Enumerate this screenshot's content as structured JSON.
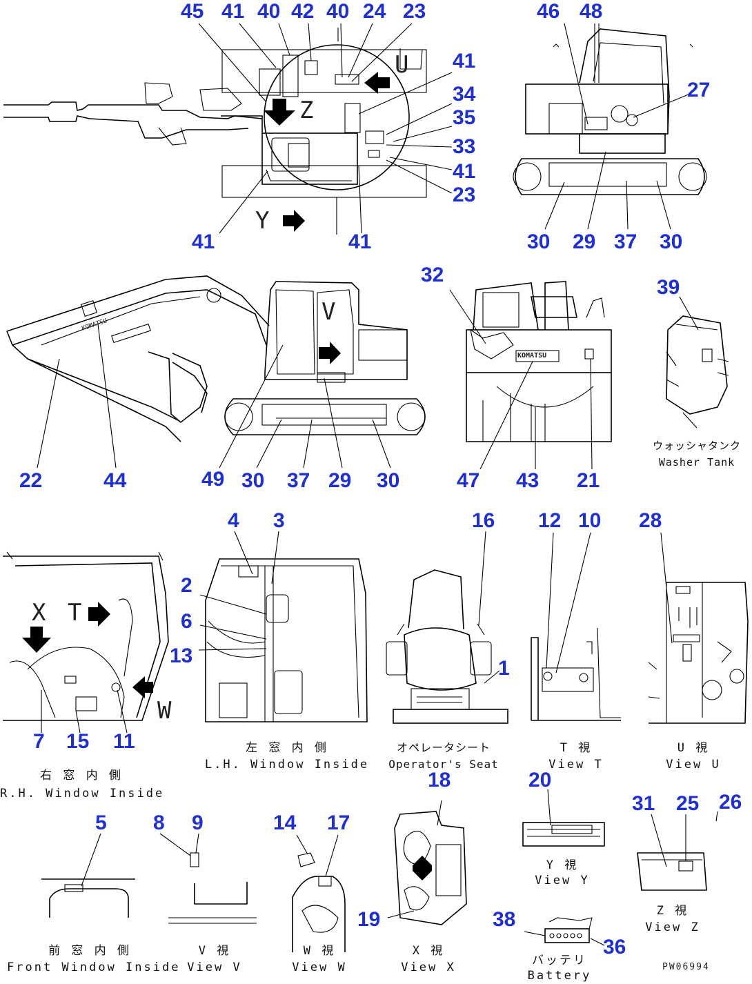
{
  "callouts": {
    "n45": "45",
    "n41a": "41",
    "n40a": "40",
    "n42": "42",
    "n40b": "40",
    "n24": "24",
    "n23a": "23",
    "n41b": "41",
    "n34": "34",
    "n35": "35",
    "n33": "33",
    "n41c": "41",
    "n23b": "23",
    "n41d": "41",
    "n41e": "41",
    "n46": "46",
    "n48": "48",
    "n27": "27",
    "n30a": "30",
    "n29a": "29",
    "n37a": "37",
    "n30b": "30",
    "n32": "32",
    "n39": "39",
    "n22": "22",
    "n44": "44",
    "n49": "49",
    "n30c": "30",
    "n37b": "37",
    "n29b": "29",
    "n30d": "30",
    "n47": "47",
    "n43": "43",
    "n21": "21",
    "n4": "4",
    "n3": "3",
    "n2": "2",
    "n6": "6",
    "n13": "13",
    "n16": "16",
    "n1": "1",
    "n12": "12",
    "n10": "10",
    "n28": "28",
    "n7": "7",
    "n15": "15",
    "n11": "11",
    "n18": "18",
    "n20": "20",
    "n31": "31",
    "n25": "25",
    "n26": "26",
    "n5": "5",
    "n8": "8",
    "n9": "9",
    "n14": "14",
    "n17": "17",
    "n19": "19",
    "n38": "38",
    "n36": "36"
  },
  "view_letters": {
    "u": "U",
    "z": "Z",
    "y": "Y",
    "v": "V",
    "x": "X",
    "t": "T",
    "w": "W"
  },
  "captions": {
    "washer_jp": "ウォッシャタンク",
    "washer_en": "Washer Tank",
    "lh_jp": "左 窓 内 側",
    "lh_en": "L.H. Window Inside",
    "seat_jp": "オペレータシート",
    "seat_en": "Operator's Seat",
    "viewt_jp": "T 視",
    "viewt_en": "View T",
    "viewu_jp": "U 視",
    "viewu_en": "View U",
    "rh_jp": "右 窓 内 側",
    "rh_en": "R.H. Window Inside",
    "viewy_jp": "Y 視",
    "viewy_en": "View Y",
    "viewz_jp": "Z 視",
    "viewz_en": "View Z",
    "front_jp": "前 窓 内 側",
    "front_en": "Front Window Inside",
    "viewv_jp": "V 視",
    "viewv_en": "View V",
    "vieww_jp": "W 視",
    "vieww_en": "View W",
    "viewx_jp": "X 視",
    "viewx_en": "View X",
    "battery_jp": "バッテリ",
    "battery_en": "Battery"
  },
  "brand_marks": {
    "boom": "KOMATSU",
    "rear": "KOMATSU"
  },
  "drawing_code": "PW06994",
  "colors": {
    "callout": "#1e2fd6",
    "line": "#000000",
    "background": "#ffffff"
  }
}
